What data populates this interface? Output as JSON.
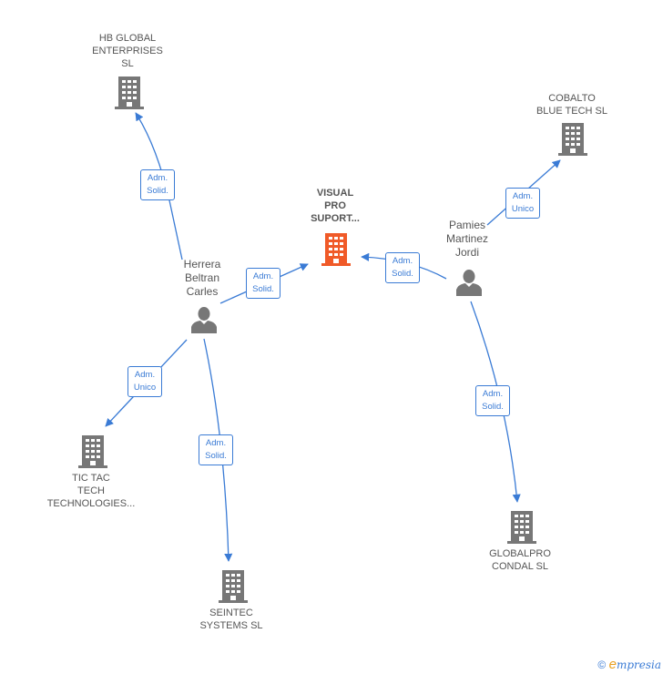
{
  "nodes": {
    "hb_global": {
      "label": "HB GLOBAL\nENTERPRISES\nSL"
    },
    "visual_pro": {
      "label": "VISUAL\nPRO\nSUPORT..."
    },
    "cobalto": {
      "label": "COBALTO\nBLUE TECH  SL"
    },
    "tic_tac": {
      "label": "TIC TAC\nTECH\nTECHNOLOGIES..."
    },
    "seintec": {
      "label": "SEINTEC\nSYSTEMS  SL"
    },
    "globalpro": {
      "label": "GLOBALPRO\nCONDAL  SL"
    },
    "herrera": {
      "label": "Herrera\nBeltran\nCarles"
    },
    "pamies": {
      "label": "Pamies\nMartinez\nJordi"
    }
  },
  "edges": {
    "herrera_hb": "Adm.\nSolid.",
    "herrera_visual": "Adm.\nSolid.",
    "pamies_visual": "Adm.\nSolid.",
    "pamies_cobalto": "Adm.\nUnico",
    "herrera_tictac": "Adm.\nUnico",
    "herrera_seintec": "Adm.\nSolid.",
    "pamies_globalpro": "Adm.\nSolid."
  },
  "footer": {
    "copyright": "©",
    "brand_initial": "e",
    "brand_rest": "mpresia"
  },
  "colors": {
    "edge": "#3a7bd5",
    "building": "#777777",
    "focus_building": "#f05a28",
    "person": "#777777"
  }
}
